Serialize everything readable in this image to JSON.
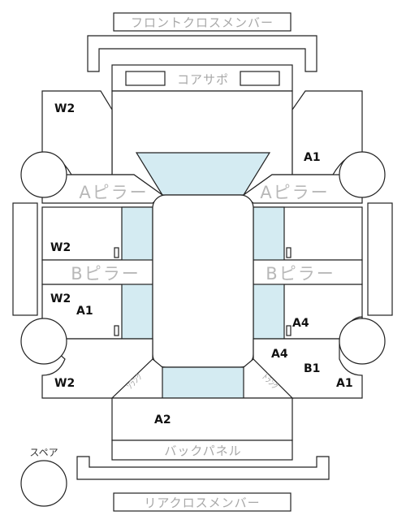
{
  "labels": {
    "front_cross_member": "フロントクロスメンバー",
    "core_support": "コアサポ",
    "a_pillar": "Aピラー",
    "b_pillar": "Bピラー",
    "back_panel": "バックパネル",
    "rear_cross_member": "リアクロスメンバー",
    "spare": "スペア",
    "trunk_left": "ｿﾗﾝｸ",
    "trunk_right": "ﾄﾗﾝｸ"
  },
  "damage_codes": {
    "front_left": "W2",
    "front_right": "A1",
    "mid_left_upper": "W2",
    "mid_left_lower_1": "W2",
    "mid_left_lower_2": "A1",
    "mid_right_lower": "A4",
    "rear_right_a4": "A4",
    "rear_right_b1": "B1",
    "rear_right_a1": "A1",
    "rear_left": "W2",
    "rear_center": "A2"
  }
}
